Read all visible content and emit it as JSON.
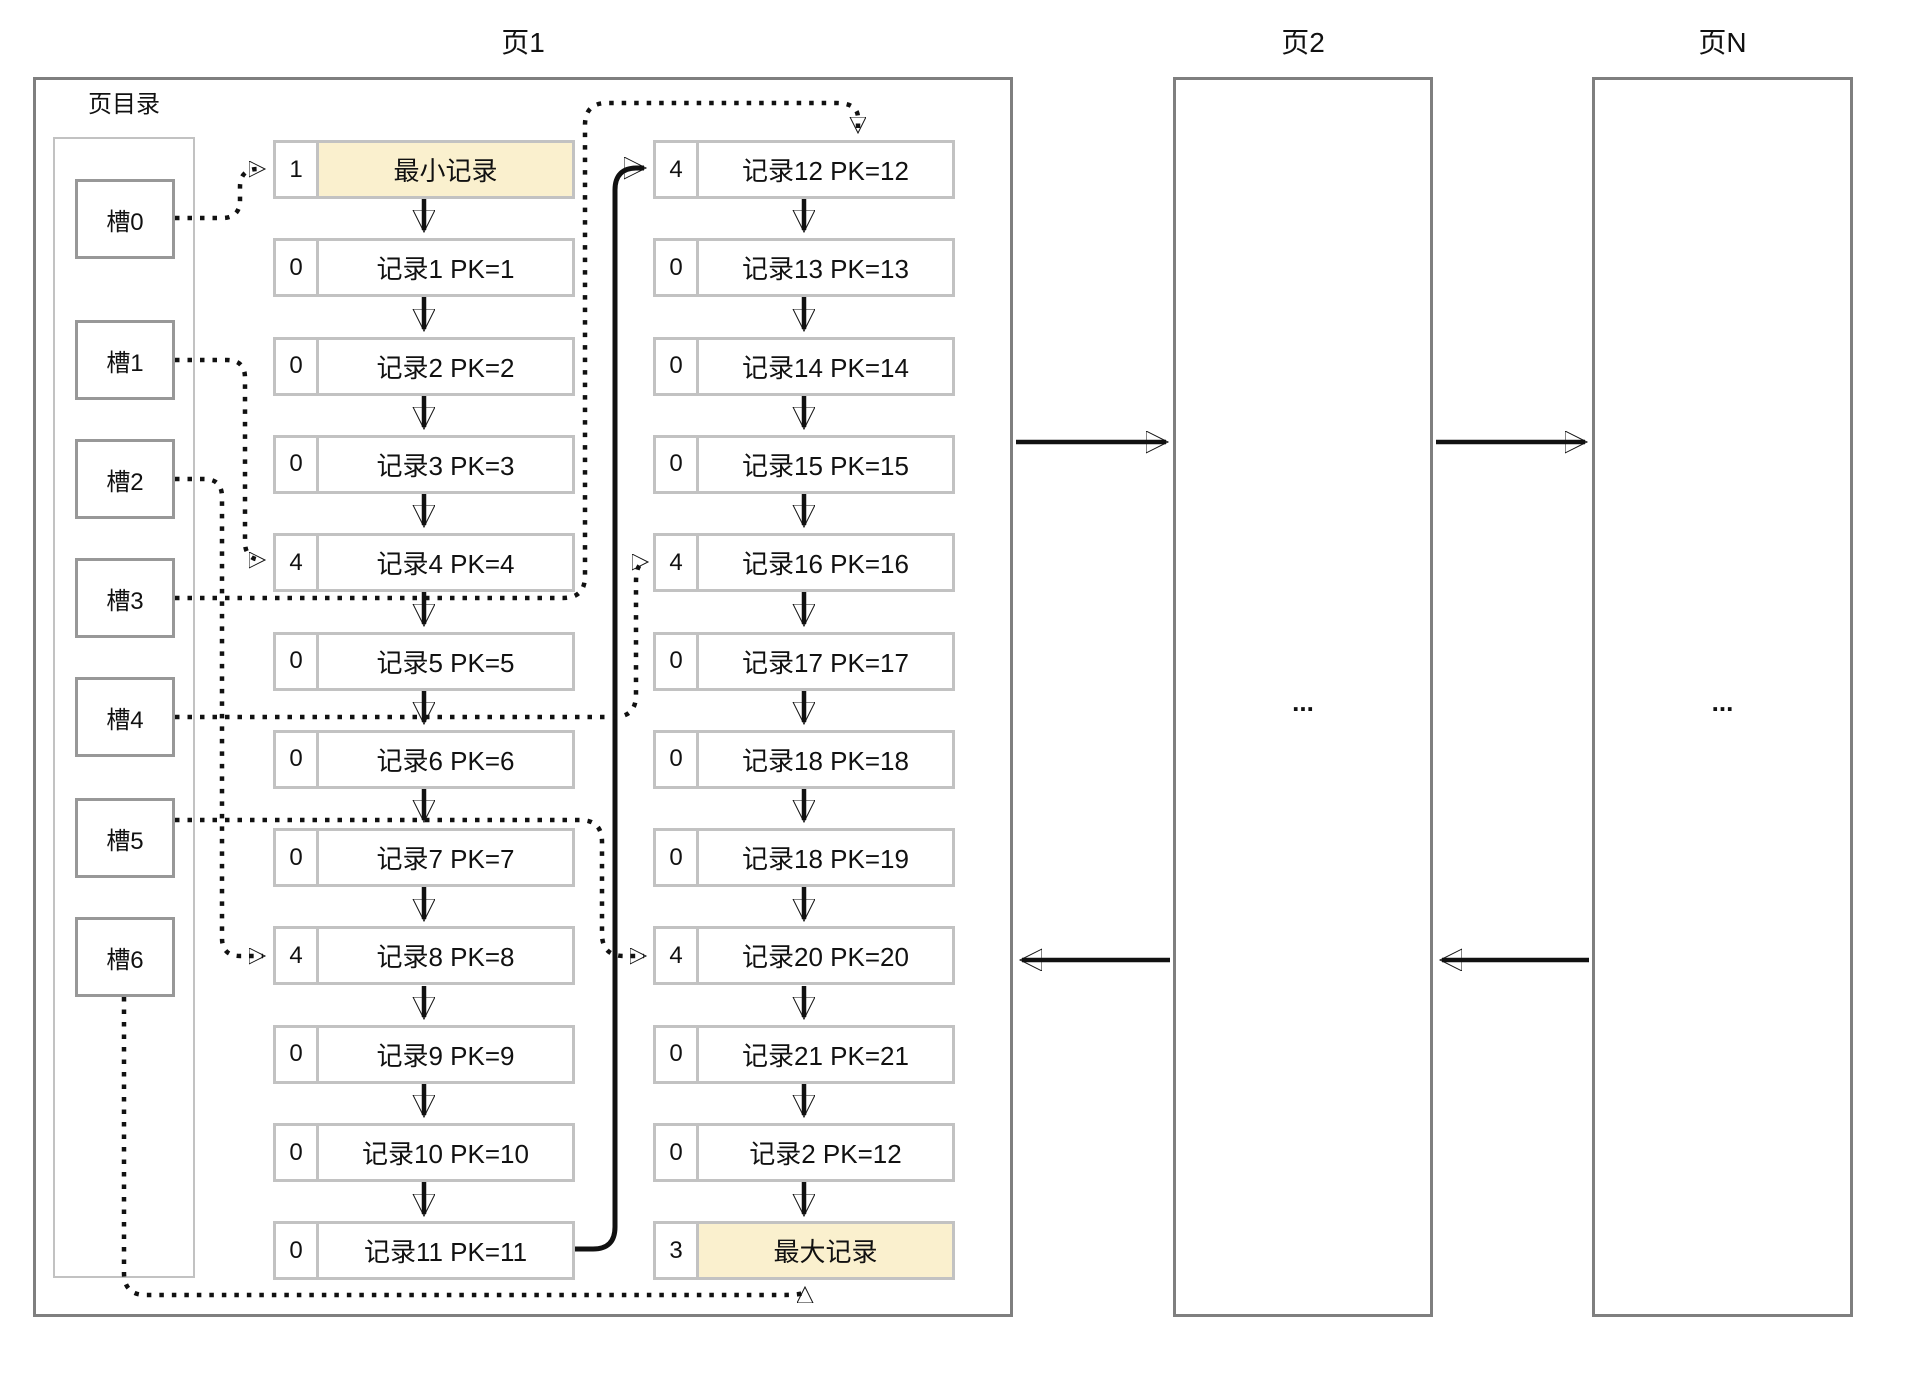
{
  "pages": {
    "page1": {
      "title": "页1",
      "directory": {
        "label": "页目录",
        "slots": [
          "槽0",
          "槽1",
          "槽2",
          "槽3",
          "槽4",
          "槽5",
          "槽6"
        ]
      },
      "column1": [
        {
          "owned": "1",
          "label": "最小记录",
          "highlight": true
        },
        {
          "owned": "0",
          "label": "记录1 PK=1"
        },
        {
          "owned": "0",
          "label": "记录2 PK=2"
        },
        {
          "owned": "0",
          "label": "记录3 PK=3"
        },
        {
          "owned": "4",
          "label": "记录4 PK=4"
        },
        {
          "owned": "0",
          "label": "记录5 PK=5"
        },
        {
          "owned": "0",
          "label": "记录6 PK=6"
        },
        {
          "owned": "0",
          "label": "记录7 PK=7"
        },
        {
          "owned": "4",
          "label": "记录8 PK=8"
        },
        {
          "owned": "0",
          "label": "记录9 PK=9"
        },
        {
          "owned": "0",
          "label": "记录10 PK=10"
        },
        {
          "owned": "0",
          "label": "记录11 PK=11"
        }
      ],
      "column2": [
        {
          "owned": "4",
          "label": "记录12 PK=12"
        },
        {
          "owned": "0",
          "label": "记录13 PK=13"
        },
        {
          "owned": "0",
          "label": "记录14 PK=14"
        },
        {
          "owned": "0",
          "label": "记录15 PK=15"
        },
        {
          "owned": "4",
          "label": "记录16 PK=16"
        },
        {
          "owned": "0",
          "label": "记录17 PK=17"
        },
        {
          "owned": "0",
          "label": "记录18 PK=18"
        },
        {
          "owned": "0",
          "label": "记录18 PK=19"
        },
        {
          "owned": "4",
          "label": "记录20 PK=20"
        },
        {
          "owned": "0",
          "label": "记录21 PK=21"
        },
        {
          "owned": "0",
          "label": "记录2 PK=12"
        },
        {
          "owned": "3",
          "label": "最大记录",
          "highlight": true
        }
      ]
    },
    "page2": {
      "title": "页2",
      "placeholder": "..."
    },
    "pageN": {
      "title": "页N",
      "placeholder": "..."
    }
  },
  "colors": {
    "highlight_fill": "#faf0ce",
    "record_border": "#c2c2c2",
    "slot_border": "#989898",
    "page_border": "#7f7f7f",
    "arrow": "#111111"
  }
}
